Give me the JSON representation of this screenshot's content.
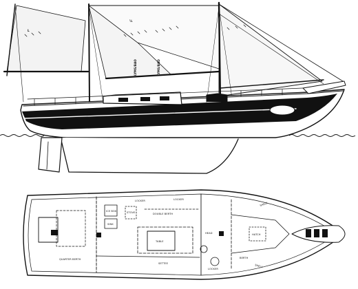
{
  "sail_marks": {
    "foresail_left": "LYMS/BAO",
    "foresail_right": "LYMS/BAO",
    "top_left": "L",
    "top_mid": "½"
  },
  "plan_labels": {
    "locker_top_a": "LOCKER",
    "locker_top_b": "LOCKER",
    "ice_box": "ICE BOX",
    "stove": "STOVE",
    "sink": "SINK",
    "double_berth": "DOUBLE BERTH",
    "table": "TABLE",
    "settee": "SETTEE",
    "quarter_berth": "QUARTER BERTH",
    "locker_bottom": "LOCKER",
    "berth": "BERTH",
    "hatch": "HATCH",
    "shelf_top": "SHELF",
    "shelf_bottom": "SHELF",
    "head": "HEAD"
  },
  "colors": {
    "ink": "#111111",
    "paper": "#ffffff"
  }
}
